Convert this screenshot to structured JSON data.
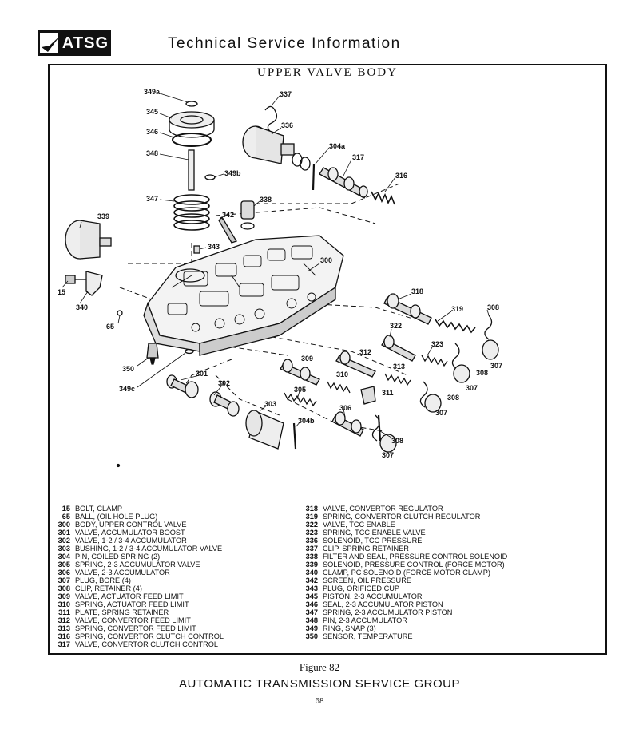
{
  "header": {
    "logo_text": "ATSG",
    "title": "Technical Service Information"
  },
  "diagram": {
    "title": "UPPER VALVE BODY",
    "callouts": [
      {
        "id": "c-349a",
        "text": "349a"
      },
      {
        "id": "c-345",
        "text": "345"
      },
      {
        "id": "c-346",
        "text": "346"
      },
      {
        "id": "c-348",
        "text": "348"
      },
      {
        "id": "c-349b",
        "text": "349b"
      },
      {
        "id": "c-347",
        "text": "347"
      },
      {
        "id": "c-342",
        "text": "342"
      },
      {
        "id": "c-343",
        "text": "343"
      },
      {
        "id": "c-339",
        "text": "339"
      },
      {
        "id": "c-15",
        "text": "15"
      },
      {
        "id": "c-340",
        "text": "340"
      },
      {
        "id": "c-65",
        "text": "65"
      },
      {
        "id": "c-350",
        "text": "350"
      },
      {
        "id": "c-349c",
        "text": "349c"
      },
      {
        "id": "c-337",
        "text": "337"
      },
      {
        "id": "c-336",
        "text": "336"
      },
      {
        "id": "c-304a",
        "text": "304a"
      },
      {
        "id": "c-317",
        "text": "317"
      },
      {
        "id": "c-316",
        "text": "316"
      },
      {
        "id": "c-338",
        "text": "338"
      },
      {
        "id": "c-300",
        "text": "300"
      },
      {
        "id": "c-318",
        "text": "318"
      },
      {
        "id": "c-319",
        "text": "319"
      },
      {
        "id": "c-308a",
        "text": "308"
      },
      {
        "id": "c-322",
        "text": "322"
      },
      {
        "id": "c-323",
        "text": "323"
      },
      {
        "id": "c-307a",
        "text": "307"
      },
      {
        "id": "c-308b",
        "text": "308"
      },
      {
        "id": "c-307b",
        "text": "307"
      },
      {
        "id": "c-312",
        "text": "312"
      },
      {
        "id": "c-309",
        "text": "309"
      },
      {
        "id": "c-313",
        "text": "313"
      },
      {
        "id": "c-310",
        "text": "310"
      },
      {
        "id": "c-311",
        "text": "311"
      },
      {
        "id": "c-308c",
        "text": "308"
      },
      {
        "id": "c-307c",
        "text": "307"
      },
      {
        "id": "c-301",
        "text": "301"
      },
      {
        "id": "c-302",
        "text": "302"
      },
      {
        "id": "c-305",
        "text": "305"
      },
      {
        "id": "c-303",
        "text": "303"
      },
      {
        "id": "c-306",
        "text": "306"
      },
      {
        "id": "c-304b",
        "text": "304b"
      },
      {
        "id": "c-308d",
        "text": "308"
      },
      {
        "id": "c-307d",
        "text": "307"
      }
    ]
  },
  "legend_left": [
    {
      "num": "15",
      "label": "BOLT, CLAMP"
    },
    {
      "num": "65",
      "label": "BALL, (OIL HOLE PLUG)"
    },
    {
      "num": "300",
      "label": "BODY, UPPER CONTROL VALVE"
    },
    {
      "num": "301",
      "label": "VALVE, ACCUMULATOR BOOST"
    },
    {
      "num": "302",
      "label": "VALVE, 1-2 / 3-4 ACCUMULATOR"
    },
    {
      "num": "303",
      "label": "BUSHING, 1-2 / 3-4 ACCUMULATOR VALVE"
    },
    {
      "num": "304",
      "label": "PIN, COILED SPRING (2)"
    },
    {
      "num": "305",
      "label": "SPRING, 2-3 ACCUMULATOR VALVE"
    },
    {
      "num": "306",
      "label": "VALVE, 2-3 ACCUMULATOR"
    },
    {
      "num": "307",
      "label": "PLUG, BORE (4)"
    },
    {
      "num": "308",
      "label": "CLIP, RETAINER (4)"
    },
    {
      "num": "309",
      "label": "VALVE, ACTUATOR FEED LIMIT"
    },
    {
      "num": "310",
      "label": "SPRING, ACTUATOR FEED LIMIT"
    },
    {
      "num": "311",
      "label": "PLATE, SPRING RETAINER"
    },
    {
      "num": "312",
      "label": "VALVE, CONVERTOR FEED LIMIT"
    },
    {
      "num": "313",
      "label": "SPRING, CONVERTOR FEED LIMIT"
    },
    {
      "num": "316",
      "label": "SPRING, CONVERTOR CLUTCH CONTROL"
    },
    {
      "num": "317",
      "label": "VALVE, CONVERTOR CLUTCH CONTROL"
    }
  ],
  "legend_right": [
    {
      "num": "318",
      "label": "VALVE, CONVERTOR REGULATOR"
    },
    {
      "num": "319",
      "label": "SPRING, CONVERTOR CLUTCH REGULATOR"
    },
    {
      "num": "322",
      "label": "VALVE, TCC ENABLE"
    },
    {
      "num": "323",
      "label": "SPRING, TCC ENABLE VALVE"
    },
    {
      "num": "336",
      "label": "SOLENOID, TCC PRESSURE"
    },
    {
      "num": "337",
      "label": "CLIP, SPRING RETAINER"
    },
    {
      "num": "338",
      "label": "FILTER AND SEAL, PRESSURE CONTROL SOLENOID"
    },
    {
      "num": "339",
      "label": "SOLENOID, PRESSURE CONTROL (FORCE MOTOR)"
    },
    {
      "num": "340",
      "label": "CLAMP, PC SOLENOID (FORCE MOTOR CLAMP)"
    },
    {
      "num": "342",
      "label": "SCREEN, OIL PRESSURE"
    },
    {
      "num": "343",
      "label": "PLUG, ORIFICED CUP"
    },
    {
      "num": "345",
      "label": "PISTON, 2-3 ACCUMULATOR"
    },
    {
      "num": "346",
      "label": "SEAL, 2-3 ACCUMULATOR PISTON"
    },
    {
      "num": "347",
      "label": "SPRING, 2-3 ACCUMULATOR PISTON"
    },
    {
      "num": "348",
      "label": "PIN, 2-3 ACCUMULATOR"
    },
    {
      "num": "349",
      "label": "RING, SNAP (3)"
    },
    {
      "num": "350",
      "label": "SENSOR, TEMPERATURE"
    }
  ],
  "footer": {
    "figure_caption": "Figure 82",
    "org": "AUTOMATIC TRANSMISSION SERVICE GROUP",
    "page_number": "68"
  }
}
